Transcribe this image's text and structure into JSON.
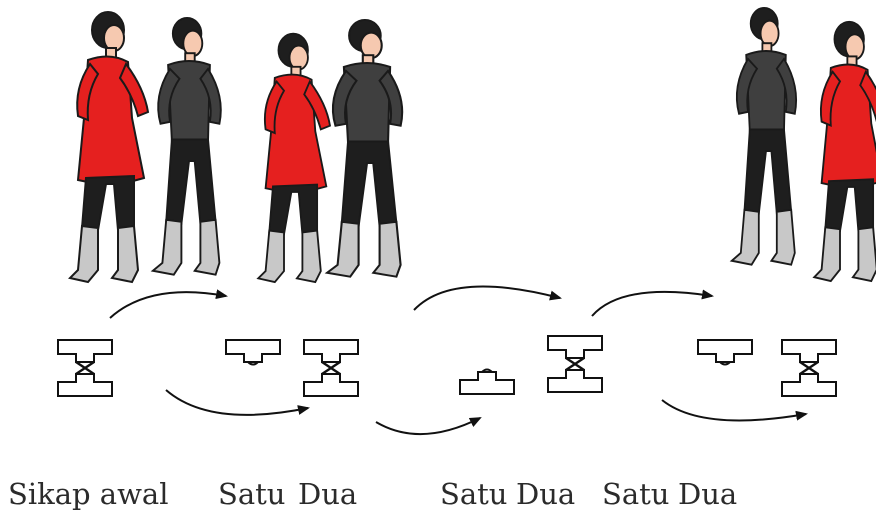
{
  "figure": {
    "colors": {
      "red_costume": "#e5201f",
      "dark_costume": "#3f3f3f",
      "black_pants": "#1e1e1e",
      "skin": "#f6c9b0",
      "boots": "#c8c8c8",
      "outline": "#1a1a1a",
      "arrow": "#111111"
    },
    "dancer_groups": [
      {
        "name": "pair-start",
        "figures": [
          "red-dancer",
          "dark-dancer"
        ]
      },
      {
        "name": "pair-middle",
        "figures": [
          "red-dancer",
          "dark-dancer"
        ]
      },
      {
        "name": "pair-end",
        "figures": [
          "dark-dancer",
          "red-dancer"
        ]
      }
    ],
    "footstep_icons": [
      "feet-together-icon",
      "left-foot-step-icon",
      "feet-together-icon",
      "right-foot-step-icon",
      "feet-together-icon",
      "left-foot-step-icon",
      "feet-together-icon"
    ],
    "captions": [
      "Sikap awal",
      "Satu",
      "Dua",
      "Satu",
      "Dua",
      "Satu",
      "Dua"
    ]
  }
}
